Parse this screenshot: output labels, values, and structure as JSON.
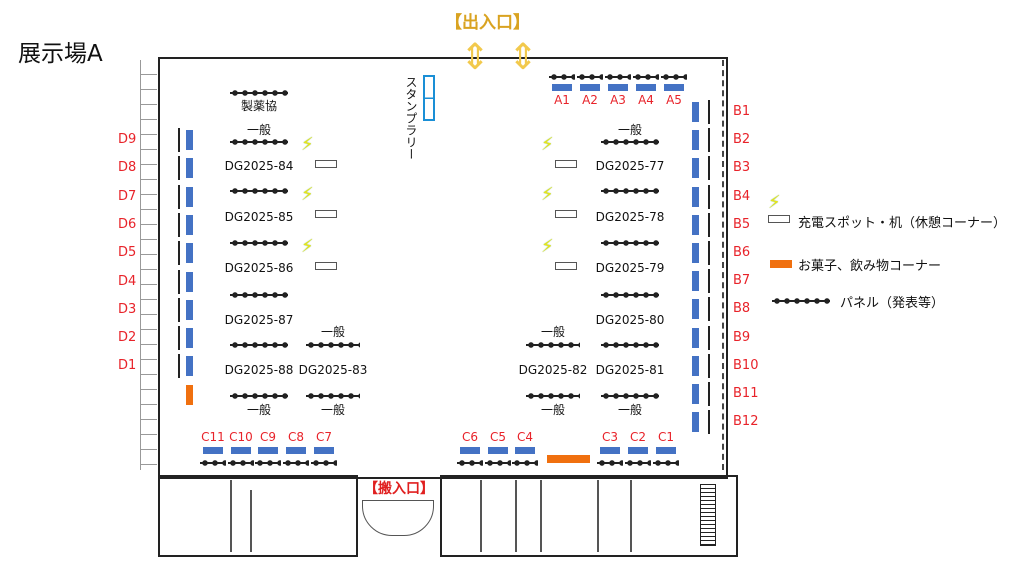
{
  "title": "展示場A",
  "entrance_label": "【出入口】",
  "loading_label": "【搬入口】",
  "stamp_rally_label": "スタンプラリー",
  "booths": {
    "A": [
      "A1",
      "A2",
      "A3",
      "A4",
      "A5"
    ],
    "B": [
      "B1",
      "B2",
      "B3",
      "B4",
      "B5",
      "B6",
      "B7",
      "B8",
      "B9",
      "B10",
      "B11",
      "B12"
    ],
    "C_left": [
      "C11",
      "C10",
      "C9",
      "C8",
      "C7"
    ],
    "C_mid": [
      "C6",
      "C5",
      "C4"
    ],
    "C_right": [
      "C3",
      "C2",
      "C1"
    ],
    "D": [
      "D9",
      "D8",
      "D7",
      "D6",
      "D5",
      "D4",
      "D3",
      "D2",
      "D1"
    ]
  },
  "posters": {
    "left_col": [
      "製薬協",
      "一般",
      "DG2025-84",
      "DG2025-85",
      "DG2025-86",
      "DG2025-87",
      "DG2025-88",
      "一般"
    ],
    "left_col2": [
      "一般",
      "DG2025-83",
      "一般"
    ],
    "right_col": [
      "一般",
      "DG2025-77",
      "DG2025-78",
      "DG2025-79",
      "DG2025-80",
      "DG2025-81",
      "一般"
    ],
    "right_col2": [
      "一般",
      "DG2025-82",
      "一般"
    ]
  },
  "legend": {
    "charging": "充電スポット・机（休憩コーナー）",
    "snack": "お菓子、飲み物コーナー",
    "panel": "パネル（発表等）"
  },
  "colors": {
    "booth": "#4472c4",
    "snack": "#f0700f",
    "booth_label": "#e8232a",
    "entrance": "#d9a321"
  }
}
